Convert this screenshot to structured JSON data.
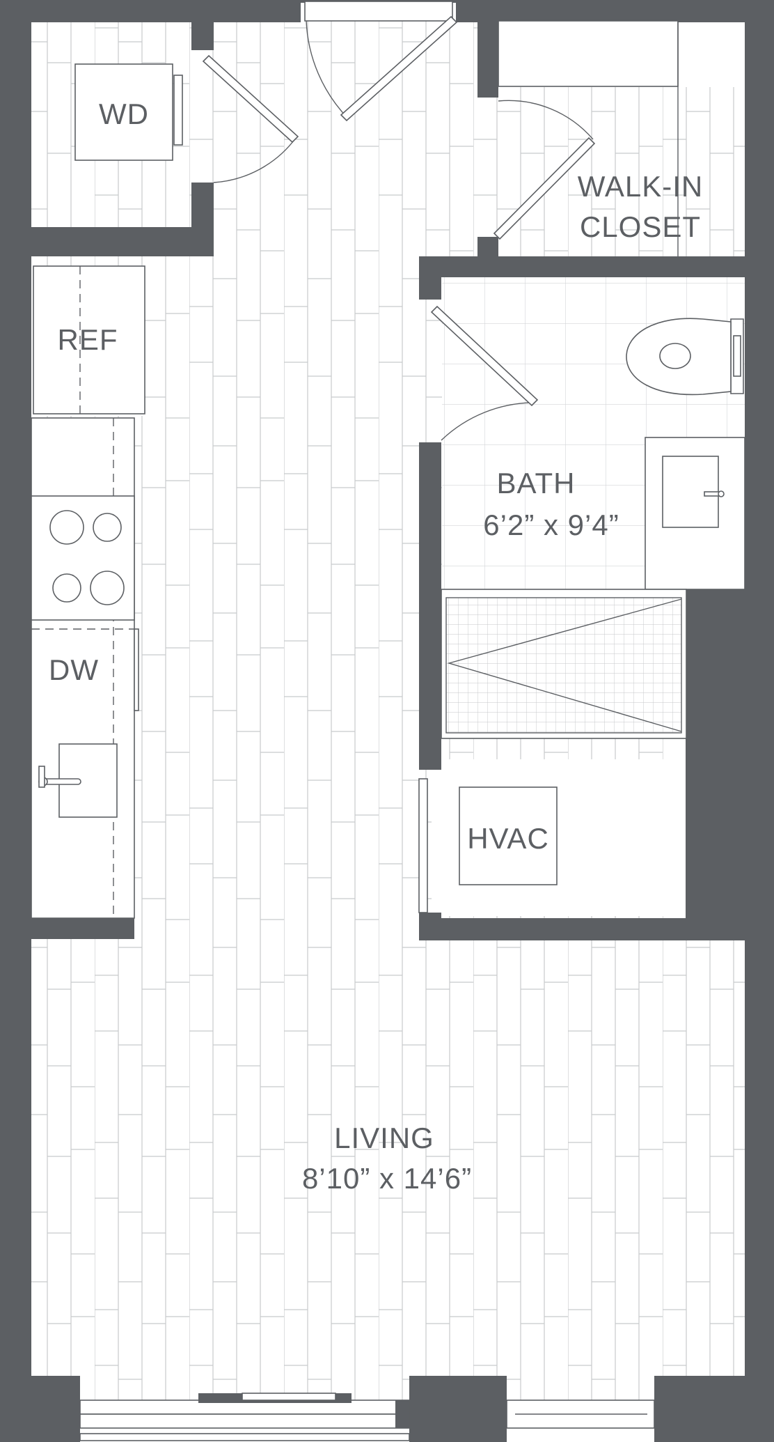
{
  "colors": {
    "wall": "#5c5f63",
    "floor_line": "#c8cacc",
    "background": "#ffffff"
  },
  "rooms": {
    "wd": {
      "label": "WD"
    },
    "closet": {
      "label_line1": "WALK-IN",
      "label_line2": "CLOSET"
    },
    "ref": {
      "label": "REF"
    },
    "dw": {
      "label": "DW"
    },
    "bath": {
      "label": "BATH",
      "dimensions": "6’2” x 9’4”"
    },
    "hvac": {
      "label": "HVAC"
    },
    "living": {
      "label": "LIVING",
      "dimensions": "8’10” x 14’6”"
    }
  }
}
